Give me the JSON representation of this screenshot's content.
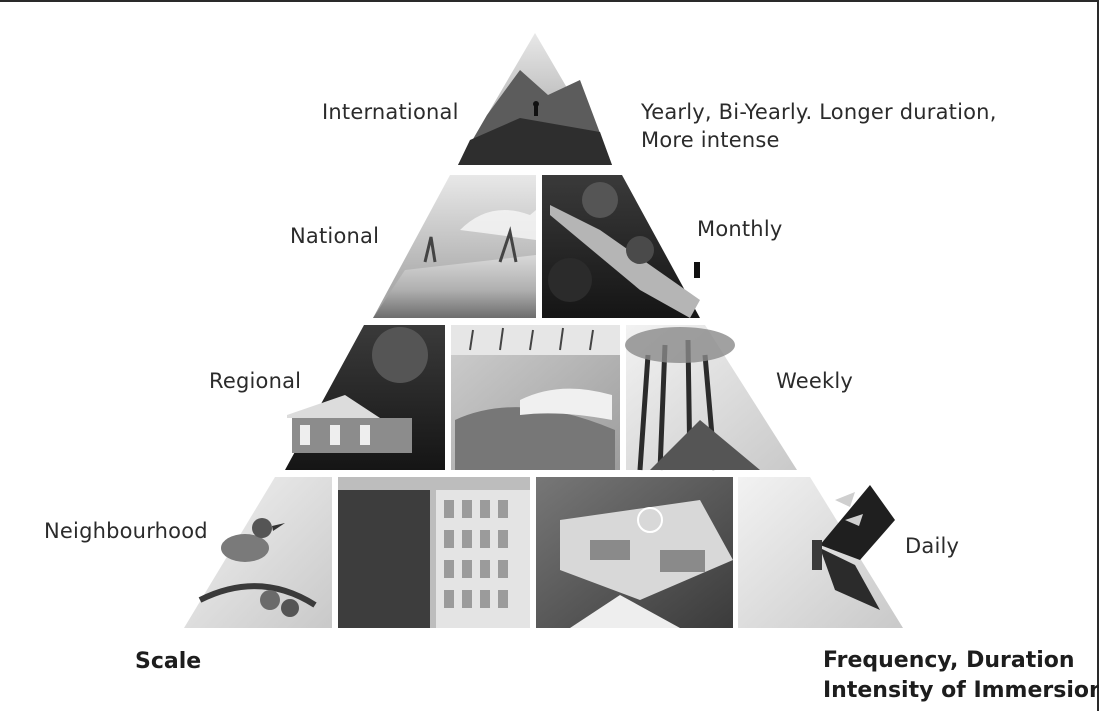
{
  "levels": [
    {
      "scale": "International",
      "frequency": [
        "Yearly, Bi-Yearly. Longer duration,",
        "More intense"
      ],
      "photos": [
        "mountain-hiker-photo"
      ]
    },
    {
      "scale": "National",
      "frequency": [
        "Monthly"
      ],
      "photos": [
        "grassland-sky-photo",
        "canopy-walkway-photo"
      ]
    },
    {
      "scale": "Regional",
      "frequency": [
        "Weekly"
      ],
      "photos": [
        "park-pavilion-photo",
        "garden-lake-photo",
        "tree-avenue-photo"
      ]
    },
    {
      "scale": "Neighbourhood",
      "frequency": [
        "Daily"
      ],
      "photos": [
        "bird-on-branch-photo",
        "green-wall-building-photo",
        "rooftop-garden-photo",
        "butterfly-photo"
      ]
    }
  ],
  "axis": {
    "left_title": "Scale",
    "right_title_line1": "Frequency, Duration",
    "right_title_line2": "Intensity of Immersion"
  }
}
